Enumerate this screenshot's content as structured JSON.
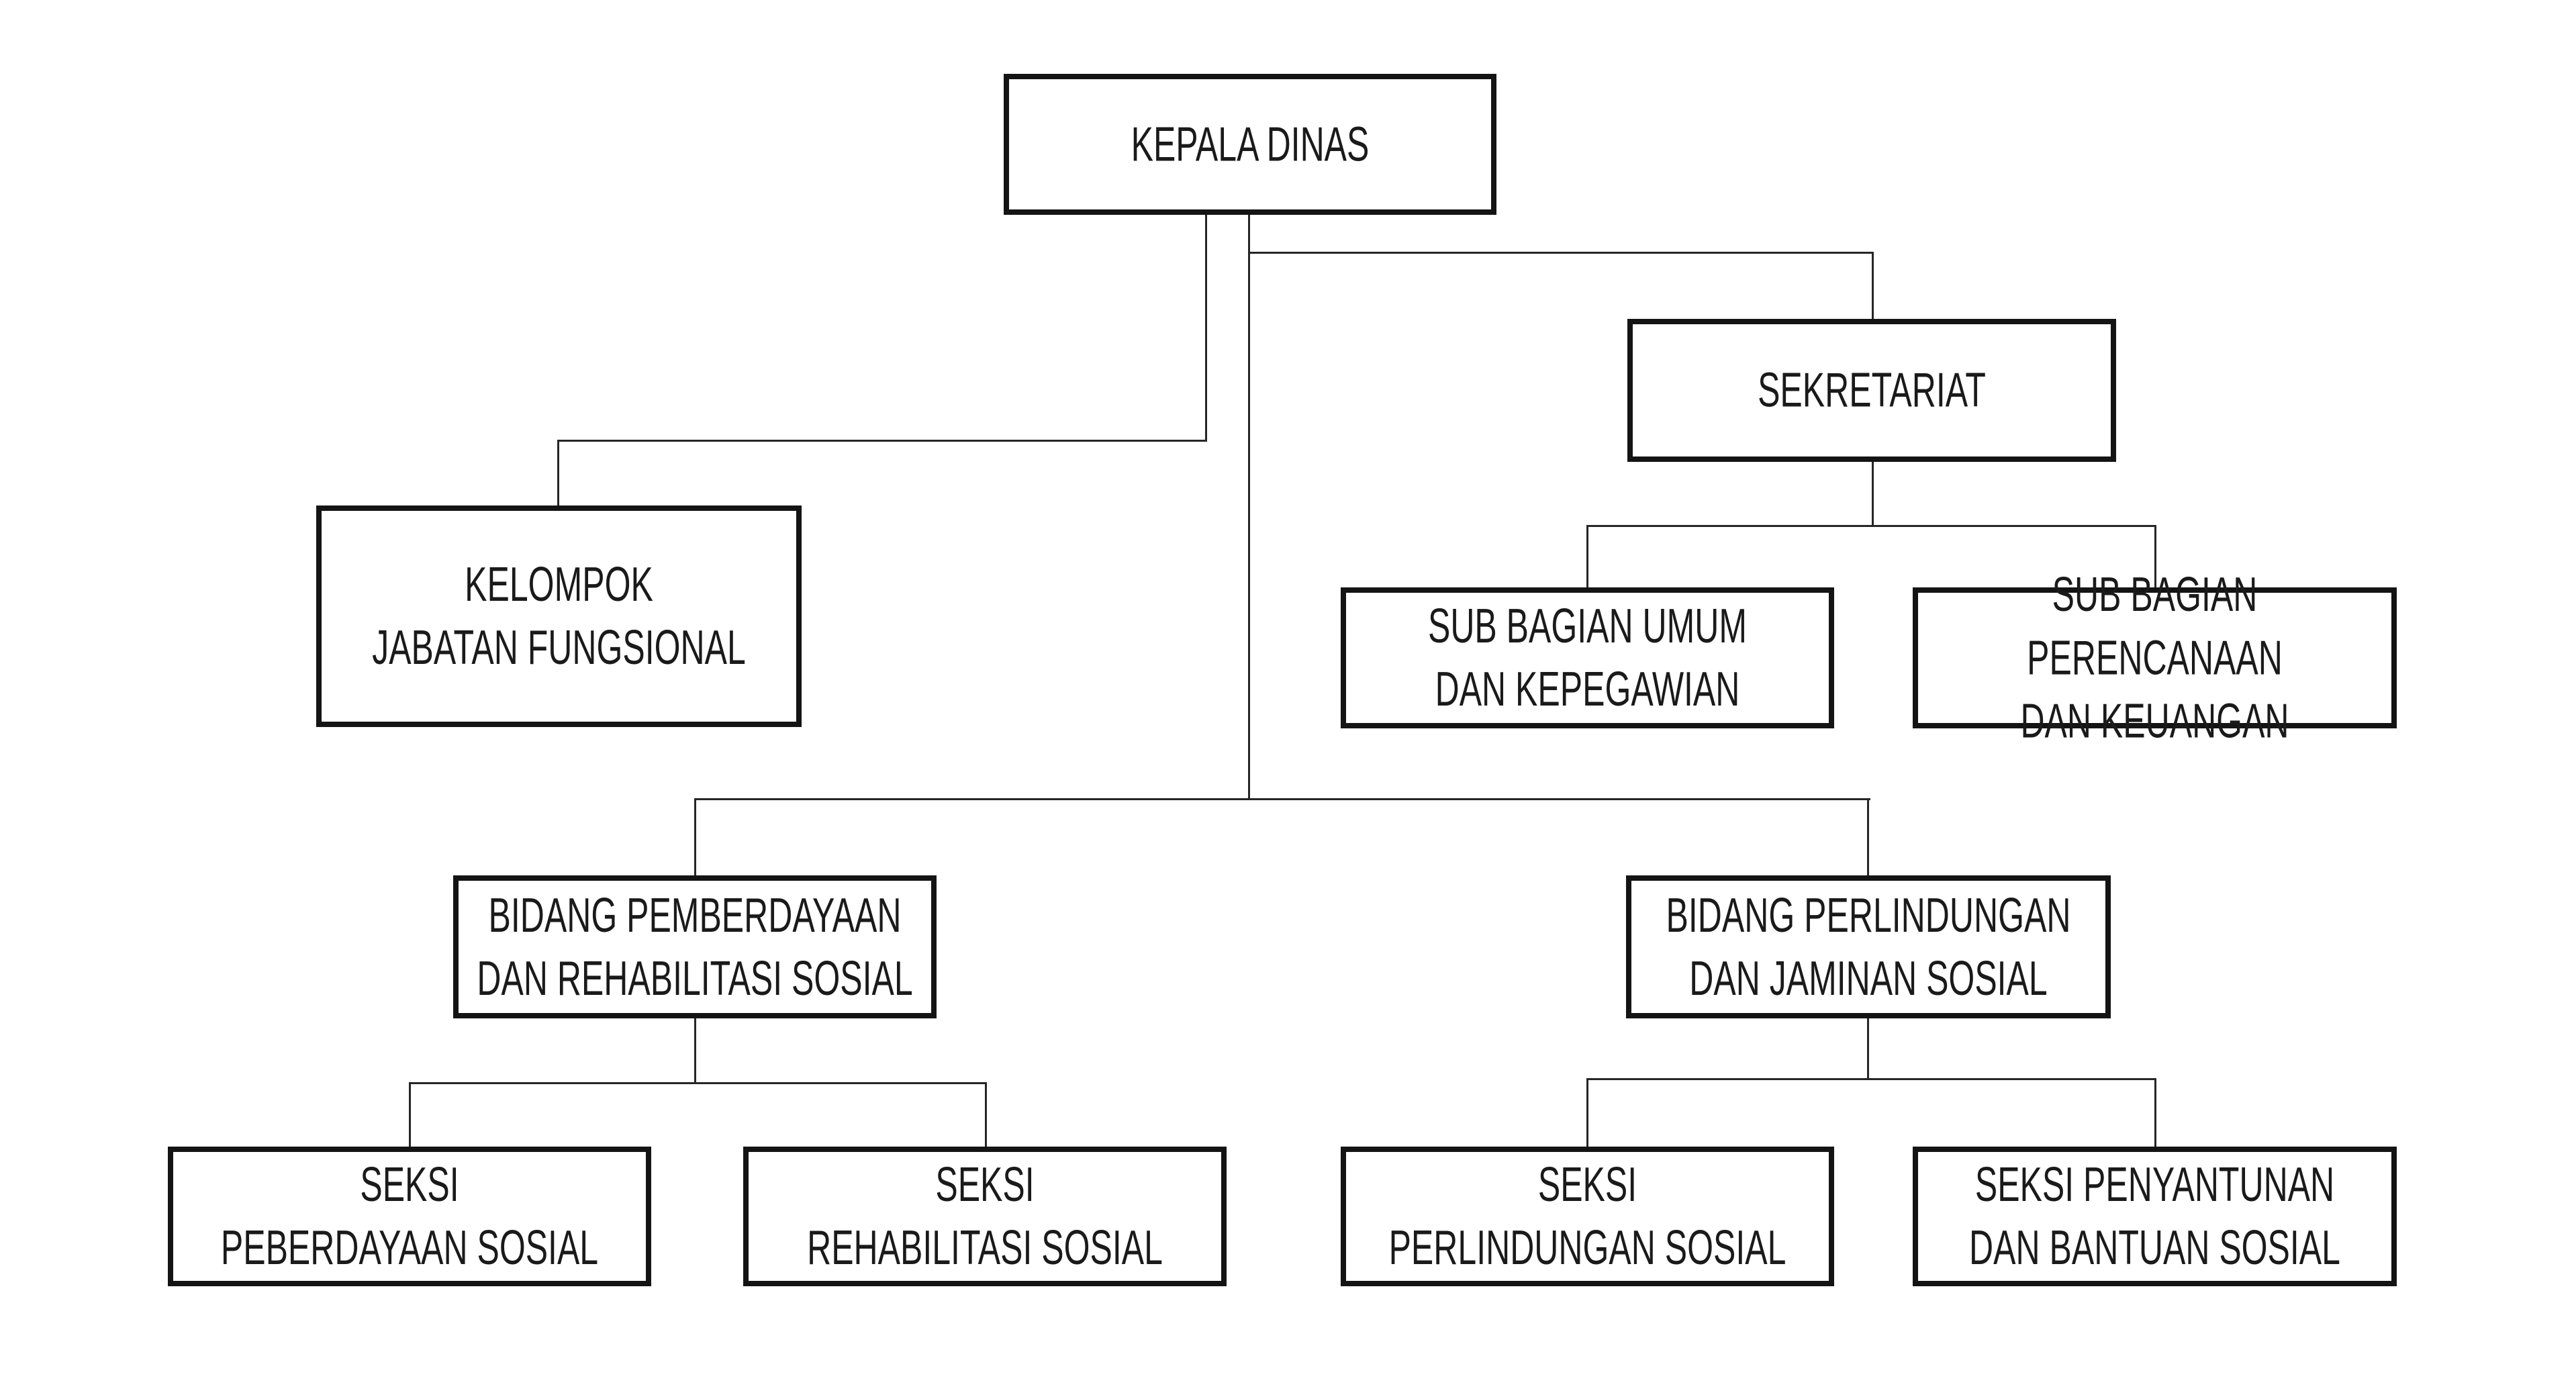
{
  "diagram": {
    "type": "org-chart",
    "background_color": "#ffffff",
    "box_border_color": "#141414",
    "connector_color": "#262626",
    "text_color": "#1a1a1a",
    "nodes": {
      "kepala_dinas": {
        "label": "KEPALA DINAS",
        "parent": null
      },
      "kelompok_jabatan_fungsional": {
        "label": "KELOMPOK\nJABATAN FUNGSIONAL",
        "parent": "kepala_dinas"
      },
      "sekretariat": {
        "label": "SEKRETARIAT",
        "parent": "kepala_dinas"
      },
      "sub_bagian_umum": {
        "label": "SUB BAGIAN UMUM\nDAN KEPEGAWIAN",
        "parent": "sekretariat"
      },
      "sub_bagian_perencanaan": {
        "label": "SUB BAGIAN\nPERENCANAAN\nDAN KEUANGAN",
        "parent": "sekretariat"
      },
      "bidang_pemberdayaan": {
        "label": "BIDANG PEMBERDAYAAN\nDAN REHABILITASI SOSIAL",
        "parent": "kepala_dinas"
      },
      "bidang_perlindungan": {
        "label": "BIDANG PERLINDUNGAN\nDAN JAMINAN SOSIAL",
        "parent": "kepala_dinas"
      },
      "seksi_peberdayaan": {
        "label": "SEKSI\nPEBERDAYAAN SOSIAL",
        "parent": "bidang_pemberdayaan"
      },
      "seksi_rehabilitasi": {
        "label": "SEKSI\nREHABILITASI SOSIAL",
        "parent": "bidang_pemberdayaan"
      },
      "seksi_perlindungan": {
        "label": "SEKSI\nPERLINDUNGAN SOSIAL",
        "parent": "bidang_perlindungan"
      },
      "seksi_penyantunan": {
        "label": "SEKSI PENYANTUNAN\nDAN BANTUAN SOSIAL",
        "parent": "bidang_perlindungan"
      }
    }
  }
}
